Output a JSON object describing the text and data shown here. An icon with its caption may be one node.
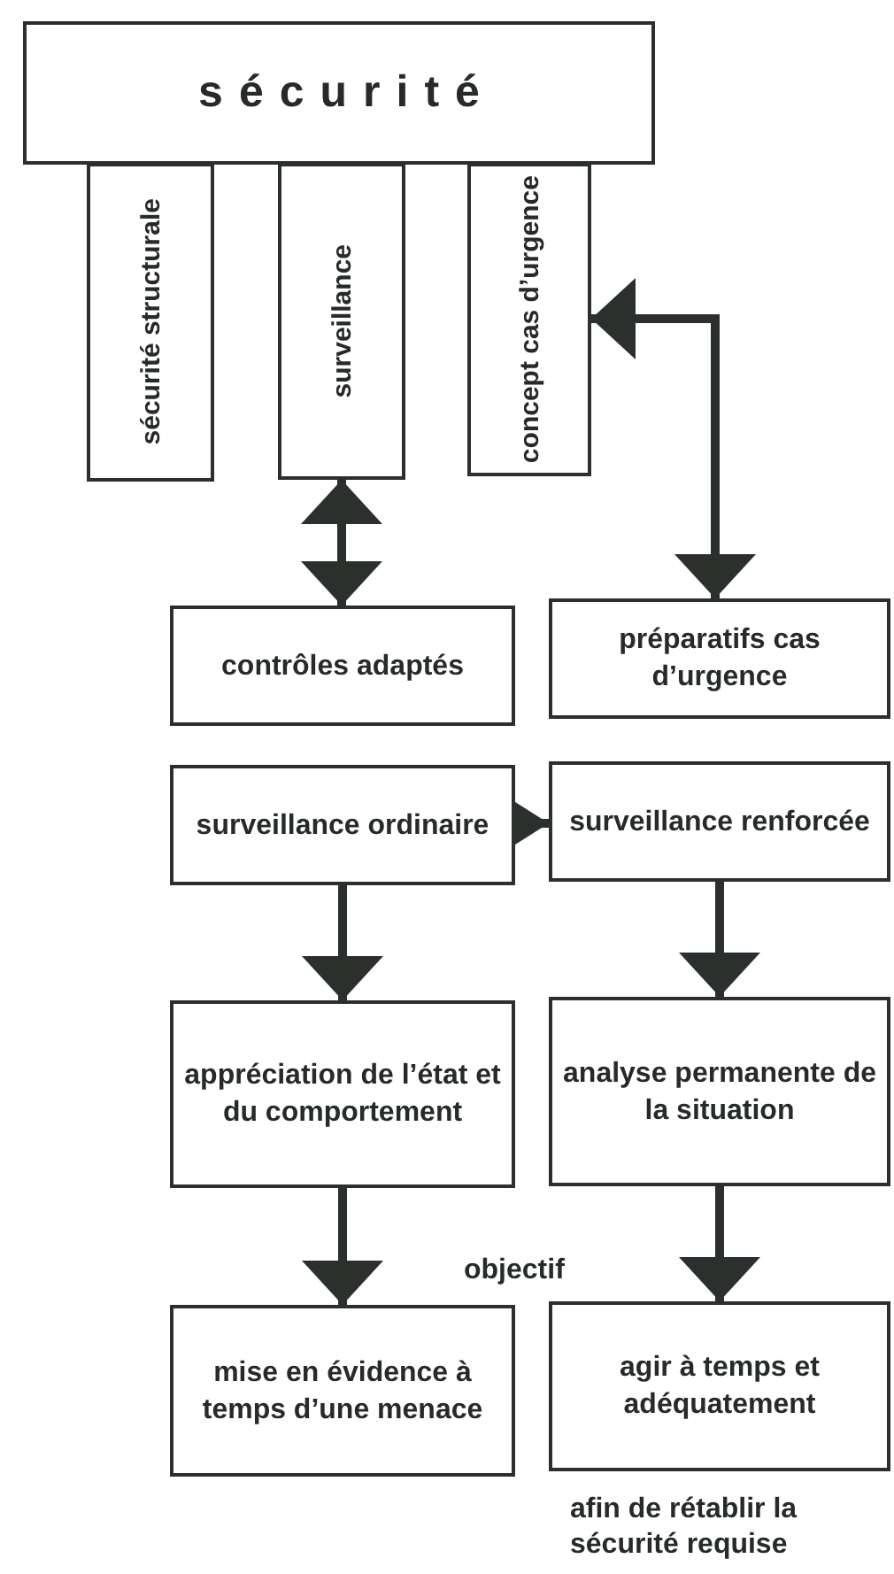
{
  "diagram": {
    "nodes": [
      {
        "text": [
          "sécurité"
        ]
      },
      {
        "text": [
          "sécurité structurale"
        ]
      },
      {
        "text": [
          "surveillance"
        ]
      },
      {
        "text": [
          "concept cas d’urgence"
        ]
      },
      {
        "text": [
          "contrôles adaptés"
        ]
      },
      {
        "text": [
          "préparatifs cas d’urgence"
        ]
      },
      {
        "text": [
          "surveillance ordinaire"
        ]
      },
      {
        "text": [
          "surveillance renforcée"
        ]
      },
      {
        "text": [
          "appréciation de l’état et du comportement"
        ]
      },
      {
        "text": [
          "analyse permanente de la situation"
        ]
      },
      {
        "text": [
          "mise en évidence à temps d’une menace"
        ]
      },
      {
        "text": [
          "agir à temps et adéquatement"
        ],
        "beside": [
          "afin de rétablir la sécurité requise"
        ]
      }
    ],
    "edges": [
      {
        "from": 2,
        "to": 4,
        "arrow": "both"
      },
      {
        "from": 3,
        "to": 5,
        "arrow": "both"
      },
      {
        "from": 6,
        "to": 7,
        "arrow": "to"
      },
      {
        "from": 6,
        "to": 8,
        "arrow": "to"
      },
      {
        "from": 7,
        "to": 9,
        "arrow": "to"
      },
      {
        "from": 8,
        "to": 10,
        "arrow": "to"
      },
      {
        "from": 9,
        "to": 11,
        "arrow": "to"
      }
    ],
    "labels": [
      "objectif"
    ]
  }
}
